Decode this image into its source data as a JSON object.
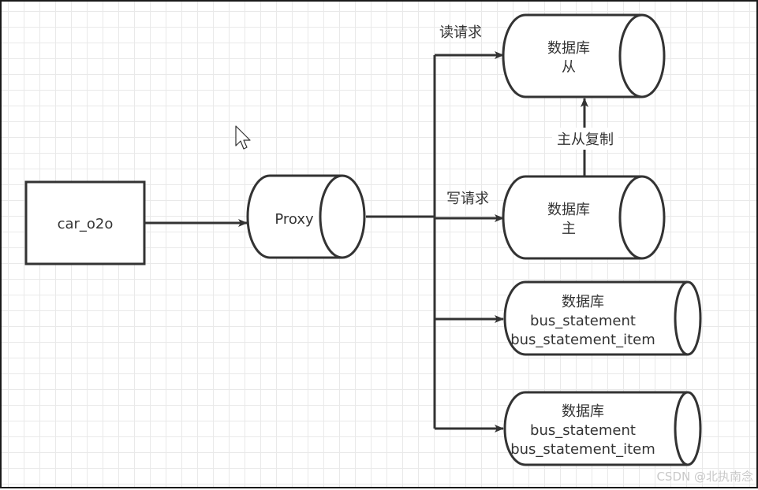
{
  "nodes": {
    "app": {
      "label": "car_o2o"
    },
    "proxy": {
      "label": "Proxy"
    },
    "db_slave": {
      "lines": [
        "数据库",
        "从"
      ]
    },
    "db_master": {
      "lines": [
        "数据库",
        "主"
      ]
    },
    "db_bus1": {
      "lines": [
        "数据库",
        "bus_statement",
        "bus_statement_item"
      ]
    },
    "db_bus2": {
      "lines": [
        "数据库",
        "bus_statement",
        "bus_statement_item"
      ]
    }
  },
  "edges": {
    "read_request": "读请求",
    "write_request": "写请求",
    "replication": "主从复制"
  },
  "watermark": "CSDN @北执南念",
  "colors": {
    "stroke": "#333333",
    "grid": "#e9e9e9"
  }
}
